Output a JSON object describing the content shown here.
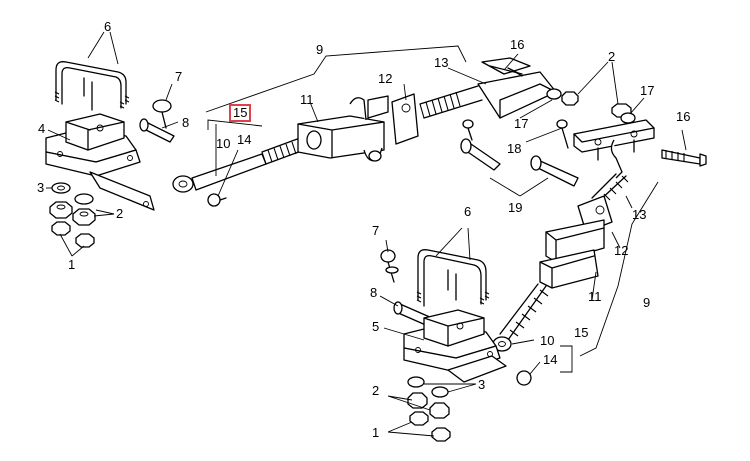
{
  "highlight": {
    "label": "15",
    "color": "#e0404a"
  },
  "callouts": {
    "upper": [
      "6",
      "7",
      "4",
      "8",
      "3",
      "2",
      "1",
      "10",
      "14",
      "9",
      "11",
      "12",
      "13",
      "16",
      "2",
      "17",
      "17",
      "18",
      "16",
      "19",
      "13"
    ],
    "lower": [
      "6",
      "7",
      "8",
      "5",
      "2",
      "3",
      "1",
      "10",
      "15",
      "14",
      "12",
      "11",
      "9"
    ]
  },
  "colors": {
    "line": "#000000",
    "background": "#ffffff"
  }
}
